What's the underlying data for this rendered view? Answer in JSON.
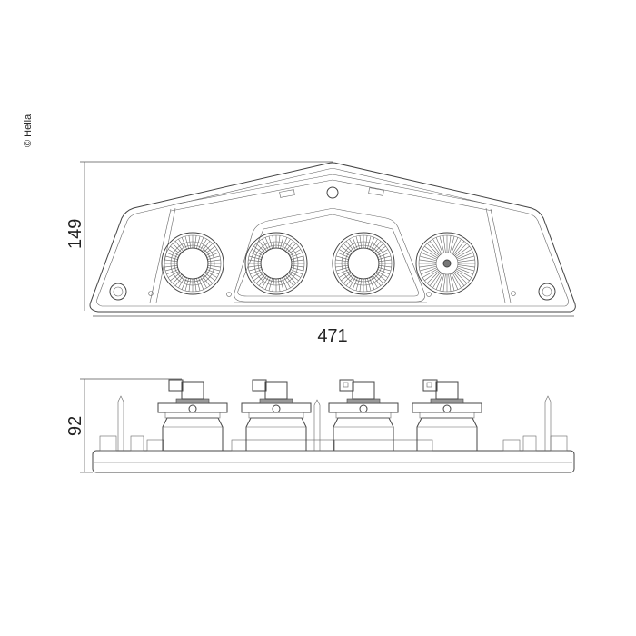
{
  "copyright": "© Hella",
  "top_view": {
    "height_label": "149",
    "width_label": "471",
    "lamp_count": 4
  },
  "side_view": {
    "depth_label": "92"
  },
  "colors": {
    "line": "#444444",
    "background": "#ffffff"
  }
}
